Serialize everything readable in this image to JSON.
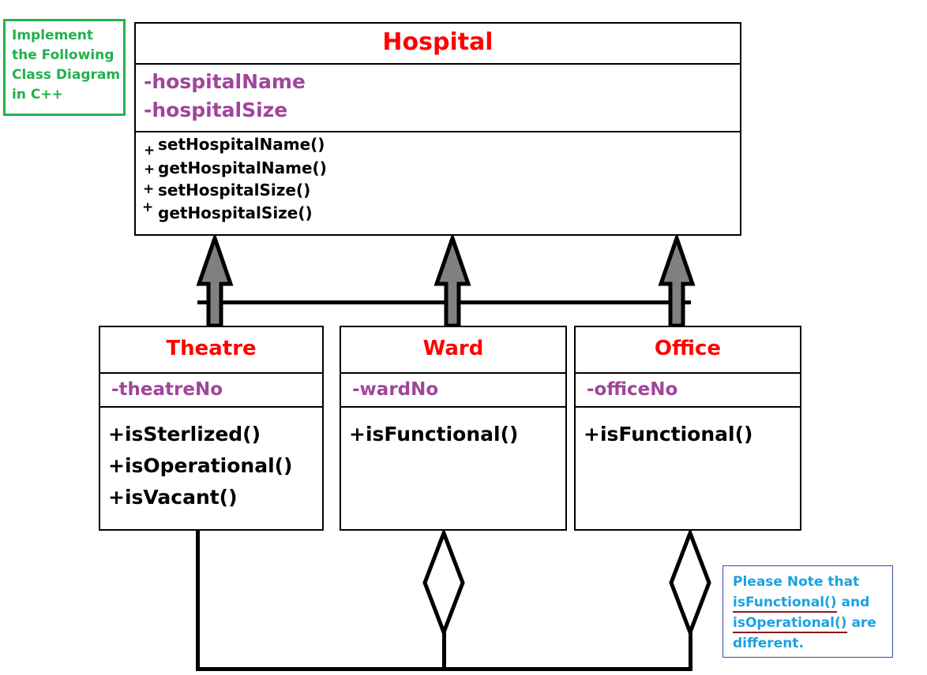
{
  "instruction": {
    "lines": [
      "Implement",
      "the Following",
      "Class Diagram",
      "in C++"
    ],
    "color": "#22b14c"
  },
  "colors": {
    "class_title": "#ff0000",
    "attribute": "#a0459b",
    "method": "#000000",
    "instruction_border": "#22b14c",
    "note_text": "#1ba1e2",
    "note_border": "#3b4ba5",
    "note_underline": "#8b1a1a",
    "arrow_fill": "#808080",
    "line": "#000000"
  },
  "diagram": {
    "type": "uml-class-diagram",
    "classes": [
      {
        "name": "Hospital",
        "role": "base",
        "attributes": [
          "-hospitalName",
          "-hospitalSize"
        ],
        "methods": [
          {
            "visibility": "+",
            "name": "setHospitalName()"
          },
          {
            "visibility": "+",
            "name": "getHospitalName()"
          },
          {
            "visibility": "+",
            "name": "setHospitalSize()"
          },
          {
            "visibility": "+",
            "name": "getHospitalSize()"
          }
        ]
      },
      {
        "name": "Theatre",
        "role": "derived",
        "attributes": [
          "-theatreNo"
        ],
        "methods": [
          "+isSterlized()",
          "+isOperational()",
          "+isVacant()"
        ]
      },
      {
        "name": "Ward",
        "role": "derived",
        "attributes": [
          "-wardNo"
        ],
        "methods": [
          "+isFunctional()"
        ]
      },
      {
        "name": "Office",
        "role": "derived",
        "attributes": [
          "-officeNo"
        ],
        "methods": [
          "+isFunctional()"
        ]
      }
    ],
    "relationships": [
      {
        "type": "generalization",
        "from": "Theatre",
        "to": "Hospital"
      },
      {
        "type": "generalization",
        "from": "Ward",
        "to": "Hospital"
      },
      {
        "type": "generalization",
        "from": "Office",
        "to": "Hospital"
      },
      {
        "type": "aggregation",
        "from": "Theatre",
        "to": "Ward"
      },
      {
        "type": "aggregation",
        "from": "Theatre",
        "to": "Office"
      }
    ]
  },
  "note": {
    "lines": [
      {
        "parts": [
          {
            "text": "Please Note that",
            "underline": false
          }
        ]
      },
      {
        "parts": [
          {
            "text": "isFunctional()",
            "underline": true
          },
          {
            "text": " and",
            "underline": false
          }
        ]
      },
      {
        "parts": [
          {
            "text": "isOperational()",
            "underline": true
          },
          {
            "text": " are",
            "underline": false
          }
        ]
      },
      {
        "parts": [
          {
            "text": "different.",
            "underline": false
          }
        ]
      }
    ]
  }
}
